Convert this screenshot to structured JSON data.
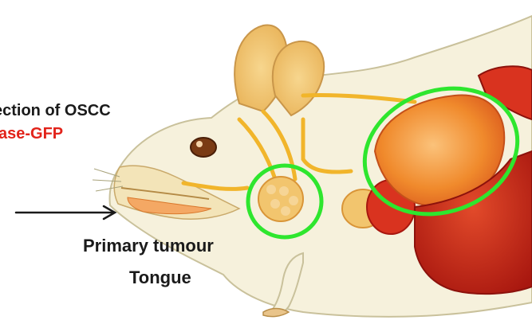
{
  "labels": {
    "injection_line1": "ection of OSCC",
    "injection_line2": "ase-GFP",
    "primary_line1": "Primary tumour",
    "primary_line2": "Tongue"
  },
  "colors": {
    "text": "#1a1a1a",
    "accent_text": "#e2231a",
    "highlight_circle": "#2ee62e",
    "body_fur": "#f6f1dc",
    "nerves": "#f1b52b",
    "organ_light": "#f39a3c",
    "organ_dark": "#c3251a"
  },
  "icons": {
    "arrow": "arrow-right-icon"
  }
}
